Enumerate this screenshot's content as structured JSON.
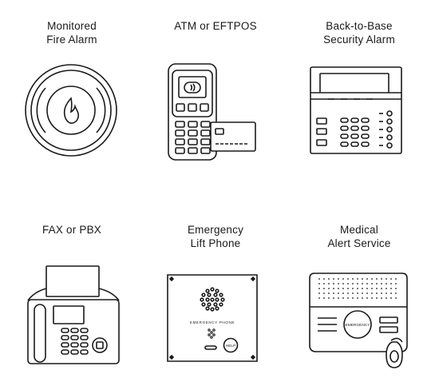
{
  "devices": [
    {
      "id": "fire-alarm",
      "caption": "Monitored\nFire Alarm",
      "icon": "fire-alarm-icon"
    },
    {
      "id": "atm-eftpos",
      "caption": "ATM or EFTPOS",
      "icon": "payment-terminal-icon"
    },
    {
      "id": "security-alarm",
      "caption": "Back-to-Base\nSecurity Alarm",
      "icon": "security-keypad-icon"
    },
    {
      "id": "fax-pbx",
      "caption": "FAX or PBX",
      "icon": "fax-machine-icon"
    },
    {
      "id": "lift-phone",
      "caption": "Emergency\nLift Phone",
      "icon": "lift-phone-icon",
      "panel_text": "EMERGENCY PHONE",
      "button_text": "HELP"
    },
    {
      "id": "medical-alert",
      "caption": "Medical\nAlert Service",
      "icon": "medical-alert-icon",
      "button_text": "EMERGENCY"
    }
  ],
  "colors": {
    "stroke": "#1a1a1a",
    "background": "#ffffff"
  }
}
